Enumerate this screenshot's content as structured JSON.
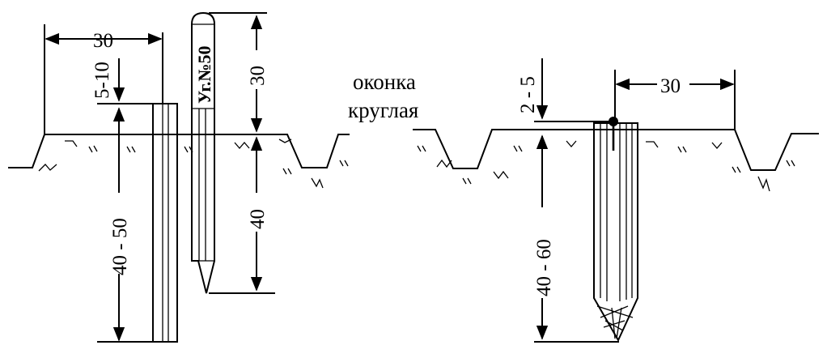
{
  "caption": {
    "line1": "оконка",
    "line2": "круглая"
  },
  "left": {
    "dim_top_width": "30",
    "dim_small": "5-10",
    "dim_stake_depth": "40 - 50",
    "tag_label": "Уг.№50",
    "dim_tag_above": "30",
    "dim_tag_below": "40"
  },
  "right": {
    "dim_above": "2 - 5",
    "dim_width": "30",
    "dim_depth": "40 - 60"
  },
  "colors": {
    "ink": "#000000",
    "paper": "#ffffff"
  }
}
